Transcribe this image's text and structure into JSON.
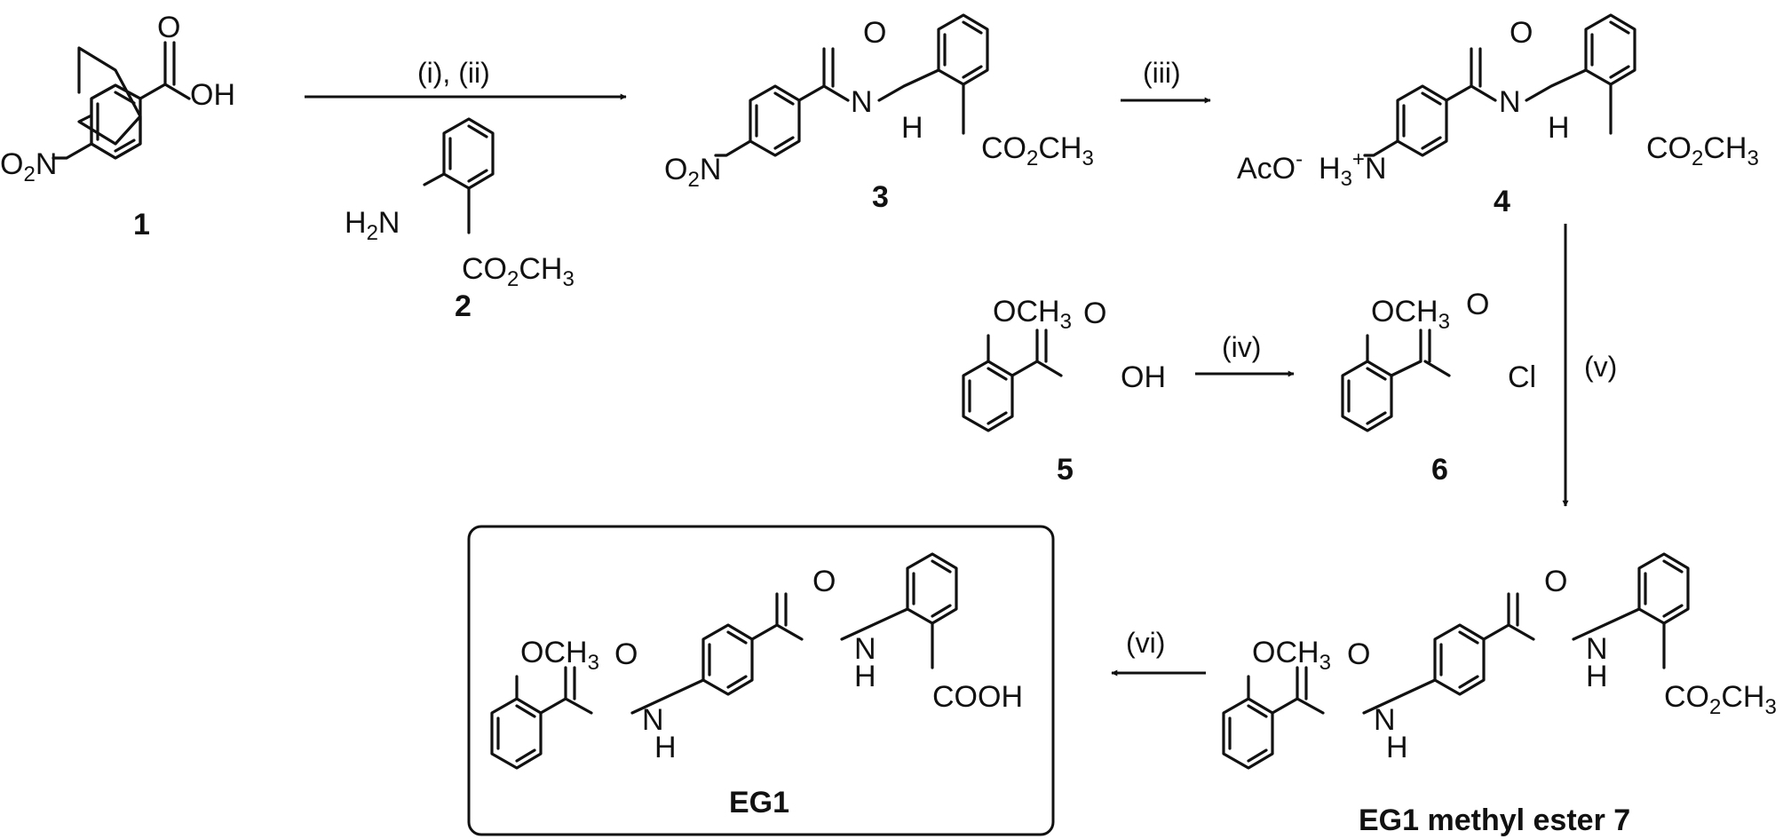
{
  "compounds": {
    "c1": {
      "number": "1",
      "nitro": "O",
      "nitro_sub": "2",
      "nitro_n": "N",
      "carbonyl_o": "O",
      "oh": "OH"
    },
    "c2": {
      "number": "2",
      "amine_h": "H",
      "amine_sub": "2",
      "amine_n": "N",
      "ester_co": "CO",
      "ester_sub": "2",
      "ester_ch": "CH",
      "ester_sub2": "3"
    },
    "c3": {
      "number": "3",
      "nitro": "O",
      "nitro_sub": "2",
      "nitro_n": "N",
      "carbonyl_o": "O",
      "nh_n": "N",
      "nh_h": "H",
      "ester_co": "CO",
      "ester_sub": "2",
      "ester_ch": "CH",
      "ester_sub2": "3"
    },
    "c4": {
      "number": "4",
      "counterion": "AcO",
      "counterion_charge": "-",
      "ammonium_h": "H",
      "ammonium_sub": "3",
      "ammonium_charge": "+",
      "ammonium_n": "N",
      "carbonyl_o": "O",
      "nh_n": "N",
      "nh_h": "H",
      "ester_co": "CO",
      "ester_sub": "2",
      "ester_ch": "CH",
      "ester_sub2": "3"
    },
    "c5": {
      "number": "5",
      "methoxy": "OCH",
      "methoxy_sub": "3",
      "carbonyl_o": "O",
      "oh": "OH"
    },
    "c6": {
      "number": "6",
      "methoxy": "OCH",
      "methoxy_sub": "3",
      "carbonyl_o": "O",
      "cl": "Cl"
    },
    "c7": {
      "label": "EG1 methyl ester 7",
      "methoxy": "OCH",
      "methoxy_sub": "3",
      "carbonyl_o": "O",
      "nh_n": "N",
      "nh_h": "H",
      "carbonyl2_o": "O",
      "nh2_n": "N",
      "nh2_h": "H",
      "ester_co": "CO",
      "ester_sub": "2",
      "ester_ch": "CH",
      "ester_sub2": "3"
    },
    "eg1": {
      "label": "EG1",
      "methoxy": "OCH",
      "methoxy_sub": "3",
      "carbonyl_o": "O",
      "nh_n": "N",
      "nh_h": "H",
      "carbonyl2_o": "O",
      "nh2_n": "N",
      "nh2_h": "H",
      "acid": "COOH"
    }
  },
  "conditions": {
    "step1": "(i), (ii)",
    "step3": "(iii)",
    "step4": "(iv)",
    "step5": "(v)",
    "step6": "(vi)"
  }
}
